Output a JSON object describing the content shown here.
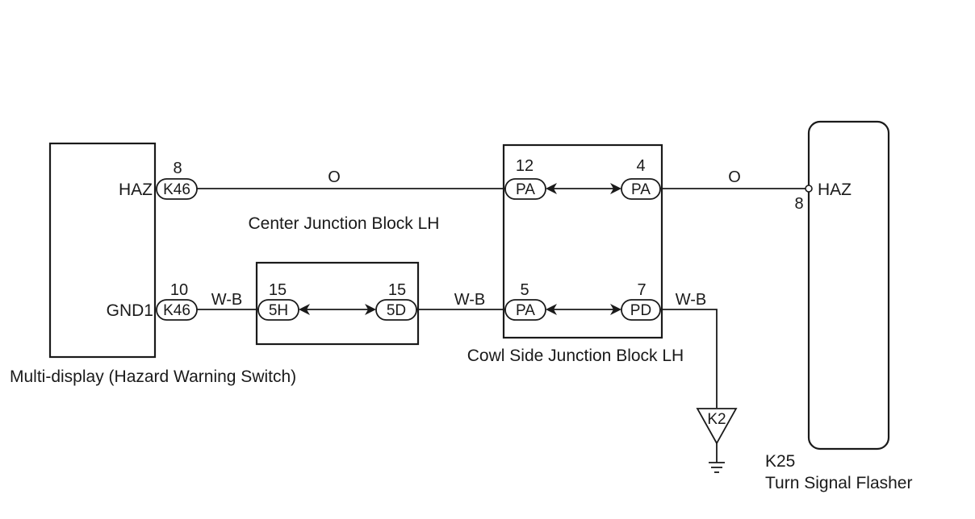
{
  "components": {
    "multi_display": {
      "name": "Multi-display (Hazard Warning Switch)",
      "terminals": {
        "haz": "HAZ",
        "gnd": "GND1"
      }
    },
    "turn_signal_flasher": {
      "code": "K25",
      "name": "Turn Signal Flasher",
      "terminal": "HAZ",
      "pin": "8"
    },
    "center_junction_block": {
      "name": "Center Junction Block LH"
    },
    "cowl_junction_block": {
      "name": "Cowl Side Junction Block LH"
    },
    "ground": {
      "code": "K2"
    }
  },
  "connectors": {
    "k46_top": {
      "code": "K46",
      "pin": "8"
    },
    "k46_bottom": {
      "code": "K46",
      "pin": "10"
    },
    "cjb_5h": {
      "code": "5H",
      "pin": "15"
    },
    "cjb_5d": {
      "code": "5D",
      "pin": "15"
    },
    "cowl_pa_12": {
      "code": "PA",
      "pin": "12"
    },
    "cowl_pa_4": {
      "code": "PA",
      "pin": "4"
    },
    "cowl_pa_5": {
      "code": "PA",
      "pin": "5"
    },
    "cowl_pd_7": {
      "code": "PD",
      "pin": "7"
    }
  },
  "wires": {
    "haz_left": "O",
    "haz_right": "O",
    "gnd_left": "W-B",
    "gnd_mid": "W-B",
    "gnd_right": "W-B"
  }
}
